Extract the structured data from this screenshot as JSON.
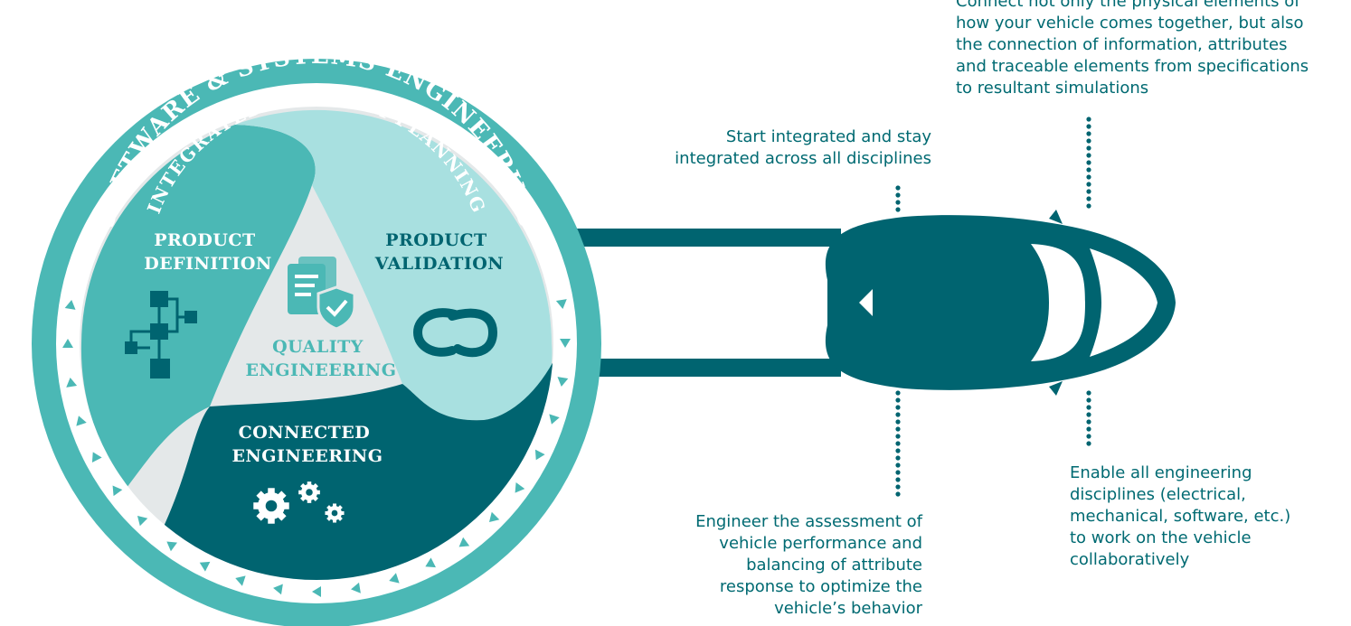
{
  "diagram": {
    "outer_ring_label": "SOFTWARE & SYSTEMS ENGINEERING",
    "inner_ring_label": "INTEGRATED PROGRAM PLANNING",
    "segments": {
      "product_definition": "PRODUCT\nDEFINITION",
      "product_validation": "PRODUCT\nVALIDATION",
      "quality_engineering": "QUALITY\nENGINEERING",
      "connected_engineering": "CONNECTED\nENGINEERING"
    },
    "icons": {
      "product_definition": "flowchart-icon",
      "product_validation": "chain-link-icon",
      "quality_engineering": "document-shield-check-icon",
      "connected_engineering": "gears-icon"
    },
    "callouts": {
      "start": "Start integrated and stay\nintegrated across all disciplines",
      "connect": "Connect not only the physical elements of\nhow your vehicle comes together, but also\nthe connection of information, attributes\nand traceable elements from specifications\nto resultant simulations",
      "engineer": "Engineer the assessment of\nvehicle performance and\nbalancing of attribute\nresponse to optimize the\nvehicle’s behavior",
      "enable": "Enable all engineering\ndisciplines (electrical,\nmechanical, software, etc.)\nto work on the vehicle\ncollaboratively"
    }
  },
  "colors": {
    "dark_teal": "#006470",
    "mid_teal": "#4bb8b5",
    "light_teal": "#a8e0e0",
    "pale_gray": "#e4e8e9",
    "text_teal": "#006a72"
  }
}
